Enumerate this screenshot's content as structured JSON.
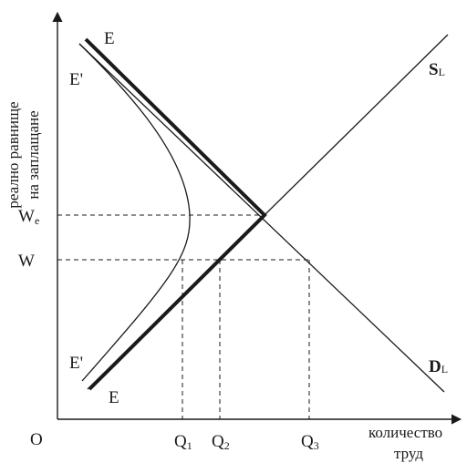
{
  "origin_label": "O",
  "y_axis": {
    "title_line1": "реално равнище",
    "title_line2": "на заплащане"
  },
  "x_axis": {
    "title_line1": "количество",
    "title_line2": "труд"
  },
  "wage_labels": {
    "we_main": "W",
    "we_sub": "e",
    "w_main": "W"
  },
  "quantity_labels": [
    {
      "main": "Q",
      "sub": "1"
    },
    {
      "main": "Q",
      "sub": "2"
    },
    {
      "main": "Q",
      "sub": "3"
    }
  ],
  "curve_labels": {
    "e_top": "E",
    "e_prime_top": "E'",
    "e_prime_bottom": "E'",
    "e_bottom": "E",
    "supply_main": "S",
    "supply_sub": "L",
    "demand_main": "D",
    "demand_sub": "L"
  },
  "colors": {
    "ink": "#1a1a1a",
    "background": "#ffffff"
  }
}
